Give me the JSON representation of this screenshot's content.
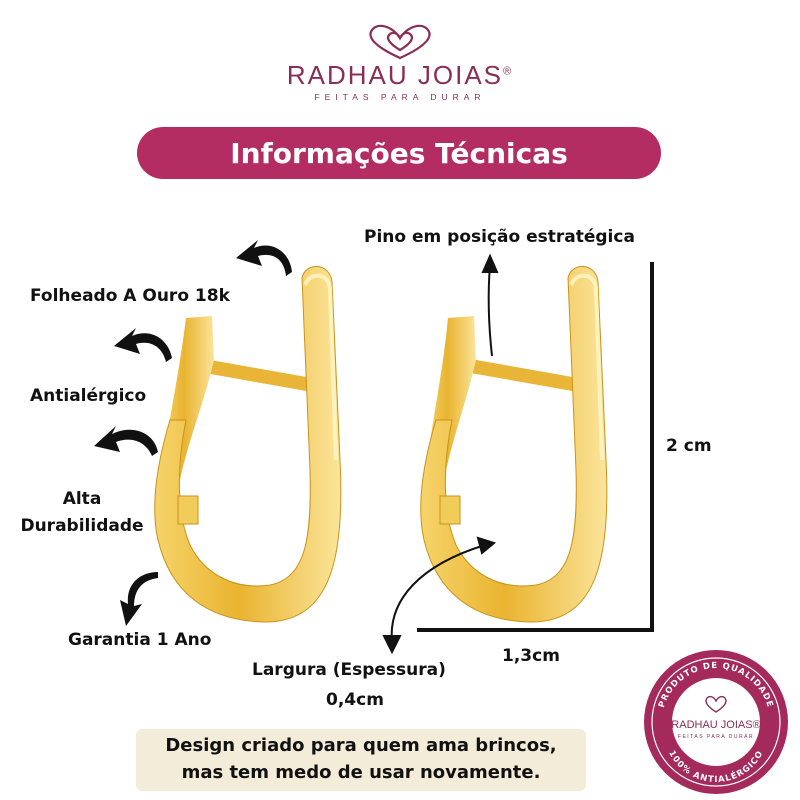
{
  "brand": {
    "name": "RADHAU JOIAS",
    "registered_mark": "®",
    "tagline": "FEITAS PARA DURAR",
    "accent_color": "#b42d62"
  },
  "title": "Informações Técnicas",
  "features": [
    {
      "label": "Folheado A Ouro 18k",
      "icon": "curved-arrow-icon"
    },
    {
      "label": "Antialérgico",
      "icon": "curved-arrow-icon"
    },
    {
      "label_line1": "Alta",
      "label_line2": "Durabilidade",
      "icon": "curved-arrow-icon"
    },
    {
      "label": "Garantia 1 Ano",
      "icon": "curved-arrow-icon"
    }
  ],
  "specs": {
    "pin": "Pino em posição estratégica",
    "height": "2 cm",
    "width": "1,3cm",
    "thickness_label": "Largura (Espessura)",
    "thickness_value": "0,4cm"
  },
  "footer": {
    "line1": "Design criado para quem ama brincos,",
    "line2": "mas tem medo de usar novamente."
  },
  "seal": {
    "top_text": "PRODUTO DE QUALIDADE",
    "bottom_text": "100% ANTIALÉRGICO",
    "brand": "RADHAU JOIAS®",
    "tagline": "FEITAS PARA DURAR",
    "color": "#a52a5c"
  }
}
